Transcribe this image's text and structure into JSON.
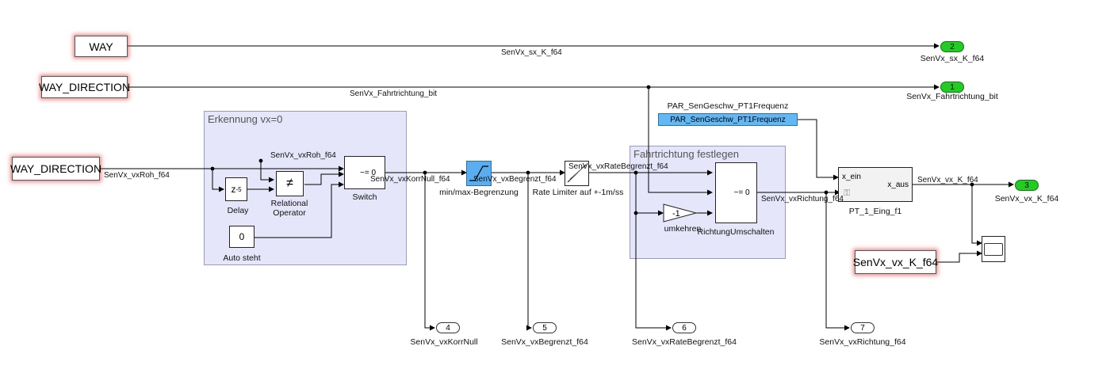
{
  "from_blocks": {
    "way": "WAY",
    "way_direction_1": "WAY_DIRECTION",
    "way_direction_2": "WAY_DIRECTION",
    "senvx_vx_k_f64": "SenVx_vx_K_f64"
  },
  "areas": {
    "erkennung": "Erkennung vx=0",
    "fahrtrichtung": "Fahrtrichtung festlegen"
  },
  "blocks": {
    "delay_symbol": "z",
    "delay_exp": "-5",
    "delay_label": "Delay",
    "relop_symbol": "≠",
    "relop_label_1": "Relational",
    "relop_label_2": "Operator",
    "switch_label": "Switch",
    "switch_text": "~= 0",
    "const_value": "0",
    "const_label": "Auto steht",
    "sat_label": "min/max-Begrenzung",
    "rate_label": "Rate Limiter auf +-1m/ss",
    "gain_value": "-1",
    "gain_label": "umkehren",
    "switch2_label": "RichtungUmschalten",
    "switch2_text": "~= 0",
    "param_label": "PAR_SenGeschw_PT1Frequenz",
    "param_value": "PAR_SenGeschw_PT1Frequenz",
    "pt1_in1": "x_ein",
    "pt1_out": "x_aus",
    "pt1_label": "PT_1_Eing_f1"
  },
  "signals": {
    "sx": "SenVx_sx_K_f64",
    "fahrtrichtung": "SenVx_Fahrtrichtung_bit",
    "vxroh_1": "SenVx_vxRoh_f64",
    "vxroh_2": "SenVx_vxRoh_f64",
    "korrnull": "SenVx_vxKorrNull_f64",
    "begrenzt": "SenVx_vxBegrenzt_f64",
    "rate": "SenVx_vxRateBegrenzt_f64",
    "richtung": "SenVx_vxRichtung_f64",
    "vx_k": "SenVx_vx_K_f64"
  },
  "outports": [
    {
      "num": "2",
      "label": "SenVx_sx_K_f64"
    },
    {
      "num": "1",
      "label": "SenVx_Fahrtrichtung_bit"
    },
    {
      "num": "3",
      "label": "SenVx_vx_K_f64"
    },
    {
      "num": "4",
      "label": "SenVx_vxKorrNull"
    },
    {
      "num": "5",
      "label": "SenVx_vxBegrenzt_f64"
    },
    {
      "num": "6",
      "label": "SenVx_vxRateBegrenzt_f64"
    },
    {
      "num": "7",
      "label": "SenVx_vxRichtung_f64"
    }
  ],
  "colors": {
    "outport_accent": "#22cc22",
    "param_block": "#62b8f5",
    "area_fill": "#e6e6fa"
  }
}
